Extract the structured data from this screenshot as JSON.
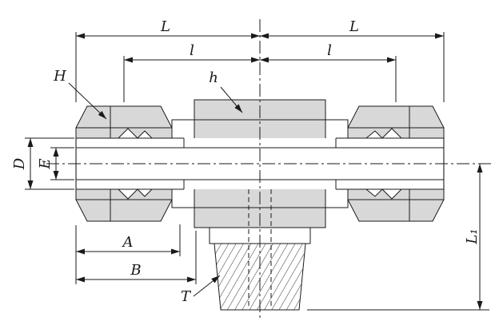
{
  "labels": {
    "dim_L_left": "L",
    "dim_L_right": "L",
    "dim_l_left": "l",
    "dim_l_right": "l",
    "nut_hex_label": "H",
    "body_hex_label": "h",
    "dim_D": "D",
    "dim_E": "E",
    "dim_A": "A",
    "dim_B": "B",
    "thread_label": "T",
    "dim_L1": "L₁"
  },
  "colors": {
    "line": "#1a1a1a",
    "metal_fill": "#d8d8d8",
    "background": "#ffffff"
  }
}
